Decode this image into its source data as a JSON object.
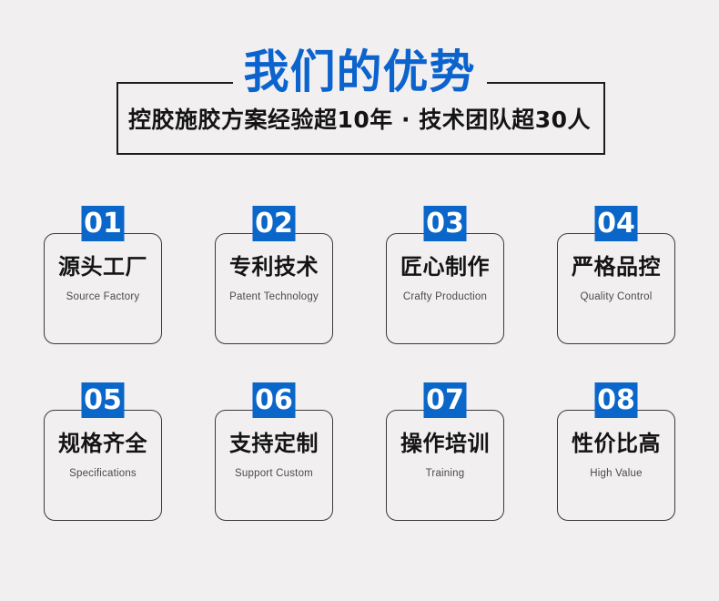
{
  "page": {
    "background_color": "#f2eff0",
    "accent_color": "#0a66c8",
    "title_color": "#0b63ce"
  },
  "header": {
    "title": "我们的优势",
    "subtitle": "控胶施胶方案经验超10年 · 技术团队超30人"
  },
  "cards": [
    {
      "number": "01",
      "title_cn": "源头工厂",
      "title_en": "Source Factory"
    },
    {
      "number": "02",
      "title_cn": "专利技术",
      "title_en": "Patent Technology"
    },
    {
      "number": "03",
      "title_cn": "匠心制作",
      "title_en": "Crafty Production"
    },
    {
      "number": "04",
      "title_cn": "严格品控",
      "title_en": "Quality Control"
    },
    {
      "number": "05",
      "title_cn": "规格齐全",
      "title_en": "Specifications"
    },
    {
      "number": "06",
      "title_cn": "支持定制",
      "title_en": "Support Custom"
    },
    {
      "number": "07",
      "title_cn": "操作培训",
      "title_en": "Training"
    },
    {
      "number": "08",
      "title_cn": "性价比高",
      "title_en": "High Value"
    }
  ]
}
